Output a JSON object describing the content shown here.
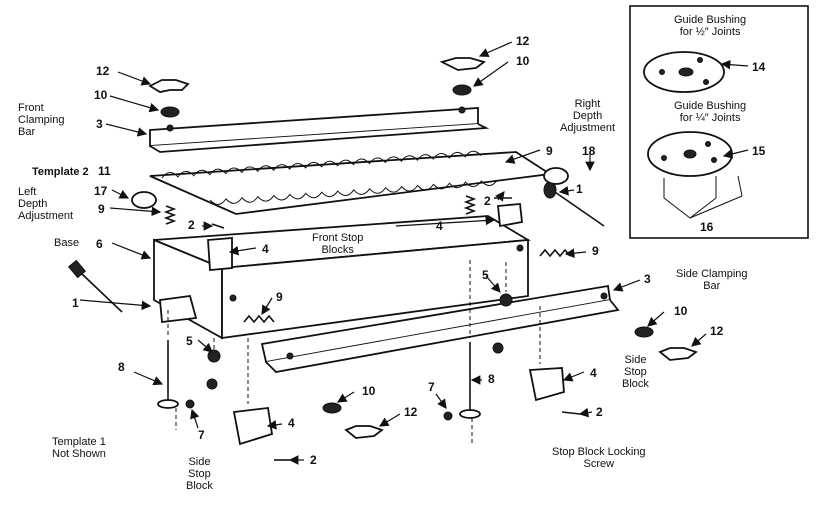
{
  "labels": {
    "front_clamping_bar": [
      "Front",
      "Clamping",
      "Bar"
    ],
    "template": "Template 2",
    "left_depth": [
      "Left",
      "Depth",
      "Adjustment"
    ],
    "base": "Base",
    "right_depth": [
      "Right",
      "Depth",
      "Adjustment"
    ],
    "front_stop_blocks": [
      "Front Stop",
      "Blocks"
    ],
    "side_clamping_bar": [
      "Side Clamping",
      "Bar"
    ],
    "side_stop_block_right": [
      "Side",
      "Stop",
      "Block"
    ],
    "side_stop_block_left": [
      "Side",
      "Stop",
      "Block"
    ],
    "stop_block_locking_screw": [
      "Stop Block Locking",
      "Screw"
    ],
    "template1_note": [
      "Template 1",
      "Not Shown"
    ],
    "guide_bushing_half": [
      "Guide Bushing",
      "for ½″ Joints"
    ],
    "guide_bushing_quarter": [
      "Guide Bushing",
      "for ¼″ Joints"
    ]
  },
  "numbers": {
    "n12_left": "12",
    "n10_left": "10",
    "n3_front": "3",
    "n11": "11",
    "n17": "17",
    "n9_left": "9",
    "n6": "6",
    "n1_left": "1",
    "n2_fsb": "2",
    "n4_fsb_left": "4",
    "n4_fsb_right": "4",
    "n12_right": "12",
    "n10_right": "10",
    "n9_right_top": "9",
    "n18": "18",
    "n1_right": "1",
    "n2_right": "2",
    "n9_right_mid": "9",
    "n5_mid": "5",
    "n3_side": "3",
    "n10_side": "10",
    "n12_side": "12",
    "n4_side": "4",
    "n2_side": "2",
    "n9_front": "9",
    "n5_left": "5",
    "n8_left": "8",
    "n7_left": "7",
    "n4_left_ssb": "4",
    "n2_left_screw": "2",
    "n10_bottom": "10",
    "n12_bottom": "12",
    "n7_mid": "7",
    "n8_mid": "8",
    "n14": "14",
    "n15": "15",
    "n16": "16"
  }
}
